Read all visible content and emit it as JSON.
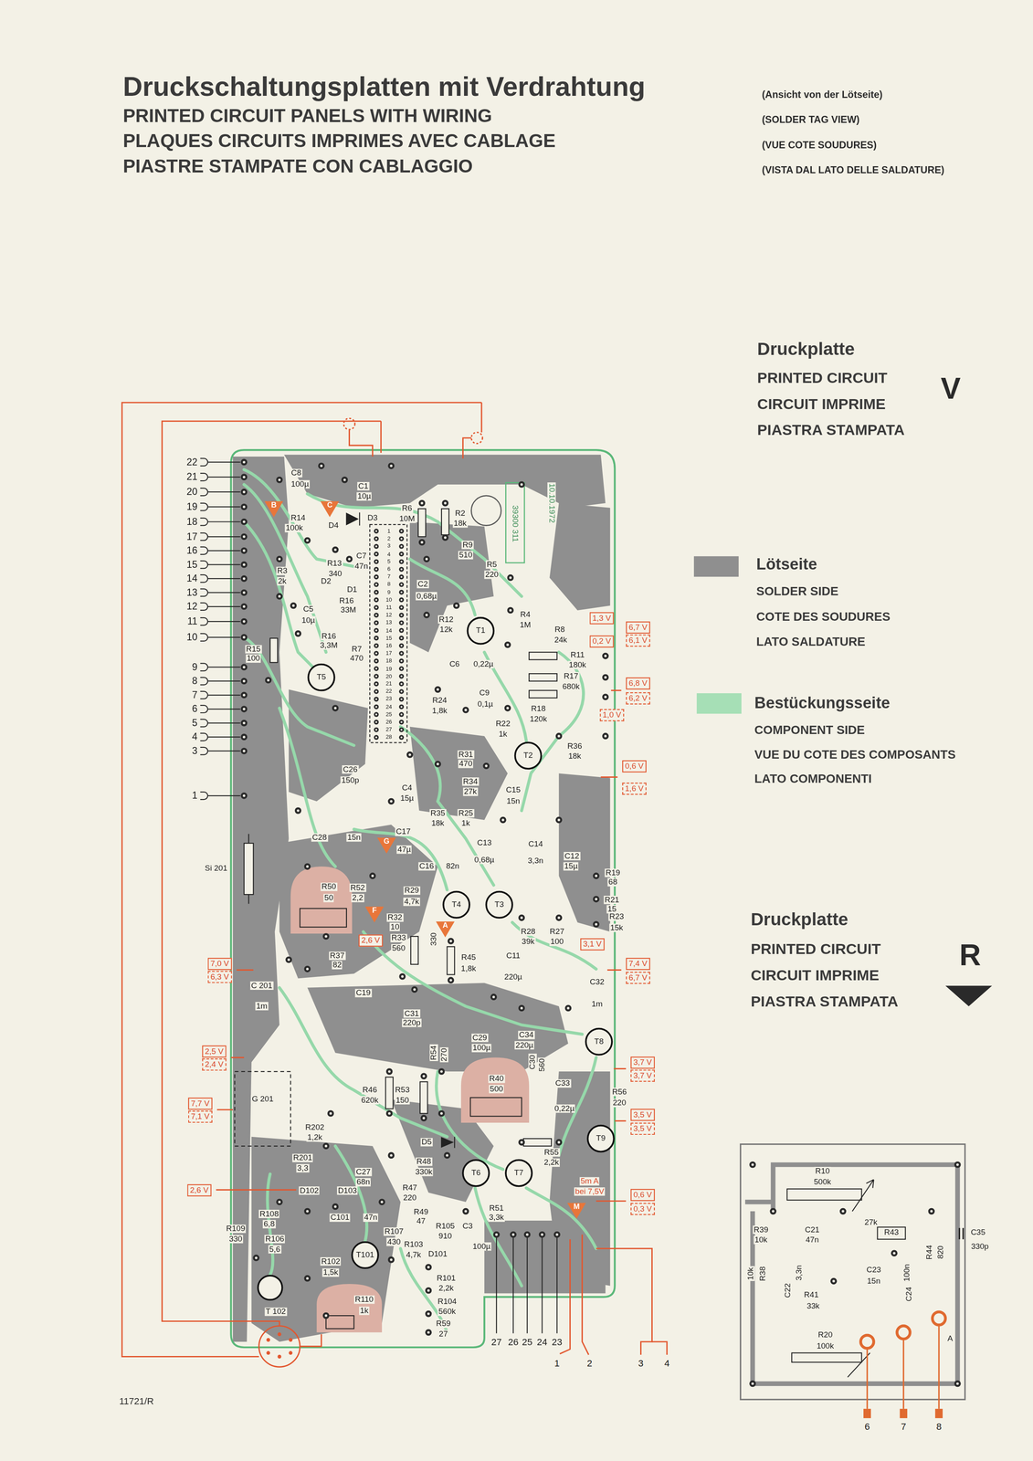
{
  "diagram": {
    "title": "Druckschaltungsplatten mit Verdrahtung",
    "nodes": [
      {
        "text": [
          "1,3 V"
        ]
      },
      {
        "text": [
          "6,7 V"
        ]
      },
      {
        "text": [
          "0,2 V"
        ]
      },
      {
        "text": [
          "6,1 V"
        ]
      },
      {
        "text": [
          "6,8 V"
        ]
      },
      {
        "text": [
          "6,2 V"
        ]
      },
      {
        "text": [
          "1,0 V"
        ]
      },
      {
        "text": [
          "0,6 V"
        ]
      },
      {
        "text": [
          "1,6 V"
        ]
      },
      {
        "text": [
          "2,6 V"
        ]
      },
      {
        "text": [
          "3,1 V"
        ]
      },
      {
        "text": [
          "7,0 V"
        ]
      },
      {
        "text": [
          "7,4 V"
        ]
      },
      {
        "text": [
          "6,3 V"
        ]
      },
      {
        "text": [
          "6,7 V"
        ]
      },
      {
        "text": [
          "2,5 V"
        ]
      },
      {
        "text": [
          "3,7 V"
        ]
      },
      {
        "text": [
          "2,4 V"
        ]
      },
      {
        "text": [
          "3,7 V"
        ]
      },
      {
        "text": [
          "7,7 V"
        ]
      },
      {
        "text": [
          "3,5 V"
        ]
      },
      {
        "text": [
          "7,1 V"
        ]
      },
      {
        "text": [
          "3,5 V"
        ]
      },
      {
        "text": [
          "2,6 V"
        ]
      },
      {
        "text": [
          "0,6 V"
        ]
      },
      {
        "text": [
          "0,3 V"
        ]
      }
    ],
    "labels": [
      "PRINTED CIRCUIT PANELS WITH WIRING",
      "PLAQUES CIRCUITS IMPRIMES AVEC CABLAGE",
      "PIASTRE STAMPATE CON CABLAGGIO",
      "(Ansicht von der Lötseite)",
      "(SOLDER TAG VIEW)",
      "(VUE COTE SOUDURES)",
      "(VISTA DAL LATO DELLE SALDATURE)",
      "Druckplatte",
      "PRINTED CIRCUIT",
      "CIRCUIT IMPRIME",
      "PIASTRA STAMPATA",
      "V",
      "SOLDER SIDE",
      "COTE DES SOUDURES",
      "LATO SALDATURE",
      "COMPONENT SIDE",
      "VUE DU COTE DES COMPOSANTS",
      "LATO COMPONENTI",
      "Druckplatte",
      "PRINTED CIRCUIT",
      "CIRCUIT IMPRIME",
      "PIASTRA STAMPATA",
      "R",
      "11721/R",
      "22",
      "21",
      "20",
      "19",
      "18",
      "17",
      "16",
      "15",
      "14",
      "13",
      "12",
      "11",
      "10",
      "9",
      "8",
      "7",
      "6",
      "5",
      "4",
      "3",
      "1",
      "27",
      "26",
      "25",
      "24",
      "23",
      "1",
      "2",
      "3",
      "4",
      "C8",
      "100µ",
      "C1",
      "10µ",
      "D3",
      "R14",
      "100k",
      "D4",
      "R6",
      "10M",
      "R2",
      "18k",
      "R9",
      "510",
      "R5",
      "220",
      "R13",
      "340",
      "C7",
      "47n",
      "R3",
      "2k",
      "D2",
      "D1",
      "R16",
      "33M",
      "C5",
      "10µ",
      "R15",
      "100",
      "R16",
      "3,3M",
      "R7",
      "470",
      "T5",
      "C2",
      "0,68µ",
      "R12",
      "12k",
      "T1",
      "R4",
      "1M",
      "R8",
      "24k",
      "C6",
      "0,22µ",
      "R11",
      "180k",
      "R17",
      "680k",
      "R18",
      "120k",
      "R24",
      "1,8k",
      "C9",
      "0,1µ",
      "R22",
      "1k",
      "T2",
      "R36",
      "18k",
      "C26",
      "150p",
      "R31",
      "470",
      "R34",
      "27k",
      "C15",
      "15n",
      "C4",
      "15µ",
      "R35",
      "18k",
      "R25",
      "1k",
      "C28",
      "15n",
      "C17",
      "47µ",
      "C13",
      "0,68µ",
      "C14",
      "3,3n",
      "C12",
      "15µ",
      "R19",
      "68",
      "C16",
      "82n",
      "R50",
      "50",
      "R52",
      "2,2",
      "R29",
      "4,7k",
      "T4",
      "T3",
      "R21",
      "15",
      "R23",
      "15k",
      "R32",
      "10",
      "R28",
      "39k",
      "R27",
      "100",
      "R37",
      "82",
      "R33",
      "560",
      "330",
      "R45",
      "1,8k",
      "C11",
      "220µ",
      "C 201",
      "1m",
      "C19",
      "C32",
      "1m",
      "C31",
      "220p",
      "T8",
      "C29",
      "100µ",
      "C34",
      "220µ",
      "R54",
      "270",
      "C30",
      "560",
      "R40",
      "500",
      "C33",
      "0,22µ",
      "R56",
      "220",
      "R46",
      "620k",
      "R53",
      "150",
      "G 201",
      "R202",
      "1,2k",
      "R201",
      "3,3",
      "D5",
      "R55",
      "2,2k",
      "T9",
      "R48",
      "330k",
      "C27",
      "68n",
      "T6",
      "T7",
      "R47",
      "220",
      "D102",
      "D103",
      "R51",
      "3,3k",
      "R49",
      "47",
      "R105",
      "910",
      "C3",
      "100µ",
      "R108",
      "6,8",
      "C101",
      "47n",
      "R109",
      "330",
      "R106",
      "5,6",
      "R107",
      "430",
      "R103",
      "4,7k",
      "D101",
      "R102",
      "1,5k",
      "T101",
      "R101",
      "2,2k",
      "R110",
      "1k",
      "R104",
      "560k",
      "T 102",
      "R59",
      "27",
      "Si 201",
      "5m A",
      "bei 7,5V",
      "B",
      "C",
      "G",
      "F",
      "A",
      "M",
      "39300 311",
      "10.10.1972",
      "R10",
      "500k",
      "R39",
      "10k",
      "C21",
      "47n",
      "27k",
      "R43",
      "R44",
      "820",
      "C35",
      "330p",
      "10k",
      "R38",
      "C22",
      "3,3n",
      "C23",
      "15n",
      "100n",
      "C24",
      "R41",
      "33k",
      "R20",
      "100k",
      "A",
      "6",
      "7",
      "8",
      "1",
      "2",
      "3",
      "4",
      "5",
      "6",
      "7",
      "8",
      "9",
      "10",
      "11",
      "12",
      "13",
      "14",
      "15",
      "16",
      "17",
      "18",
      "19",
      "20",
      "21",
      "22",
      "23",
      "24",
      "25",
      "26",
      "27",
      "28"
    ],
    "legend": [
      {
        "text": "Lötseite",
        "color": "#8f8f8f"
      },
      {
        "text": "Bestückungsseite",
        "color": "#a6dfb6"
      }
    ]
  }
}
